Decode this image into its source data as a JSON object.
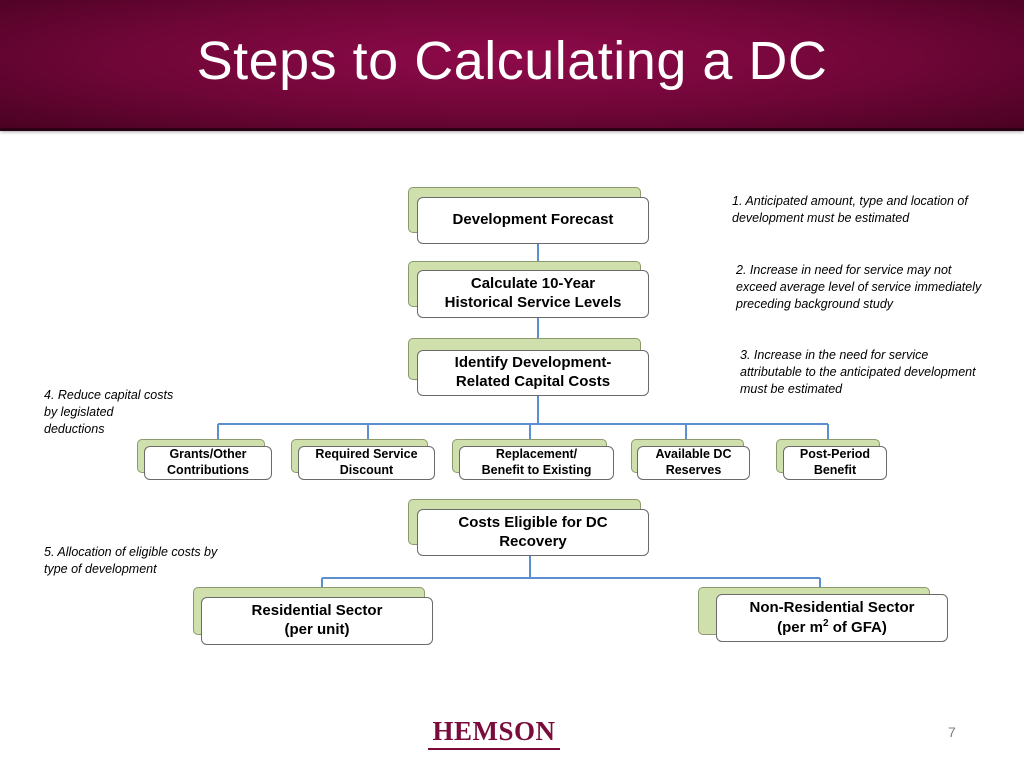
{
  "slide": {
    "title": "Steps to Calculating a DC",
    "page_number": "7",
    "logo_text": "HEMSON"
  },
  "colors": {
    "banner": "#6f0637",
    "shadow_box": "#cfe0ad",
    "connector": "#5b8fd0",
    "logo": "#7a0c3c"
  },
  "nodes": {
    "development_forecast": "Development Forecast",
    "historical_service": "Calculate 10-Year\nHistorical Service Levels",
    "capital_costs": "Identify Development-\nRelated Capital Costs",
    "grants": "Grants/Other\nContributions",
    "required_discount": "Required Service\nDiscount",
    "replacement": "Replacement/\nBenefit to Existing",
    "available_reserves": "Available DC\nReserves",
    "post_period": "Post-Period\nBenefit",
    "costs_eligible": "Costs Eligible for DC\nRecovery",
    "residential": "Residential Sector\n(per unit)",
    "non_residential_line1": "Non-Residential Sector",
    "non_residential_prefix": "(per m",
    "non_residential_sup": "2",
    "non_residential_suffix": " of GFA)"
  },
  "notes": {
    "note1": "1. Anticipated amount, type and location of\ndevelopment must be estimated",
    "note2": "2. Increase in need  for service may not\nexceed average level of service immediately\npreceding background study",
    "note3": "3. Increase in the need for service\nattributable to the anticipated development\nmust be estimated",
    "note4": "4. Reduce capital costs\nby legislated\ndeductions",
    "note5": "5. Allocation of eligible costs by\ntype of development"
  }
}
